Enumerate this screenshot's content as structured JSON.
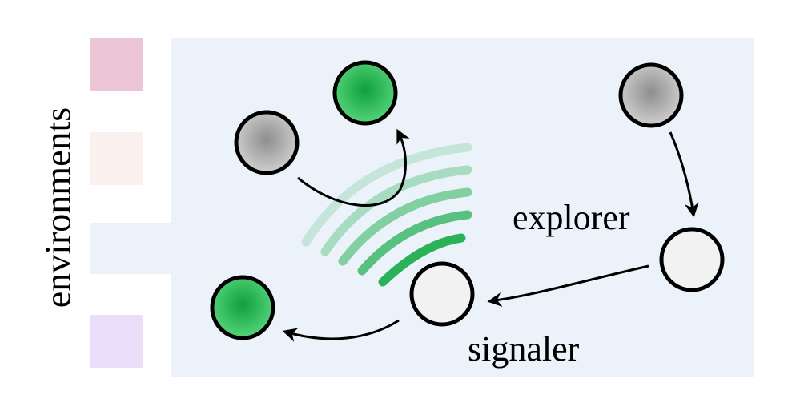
{
  "labels": {
    "side": "environments",
    "explorer": "explorer",
    "signaler": "signaler"
  },
  "colors": {
    "panel": "#ebf2f9",
    "env_1": "#ecc5d6",
    "env_2": "#faf0ee",
    "env_4": "#ebdefa",
    "agent_green": "#2cb552",
    "agent_gray": "#9a9a9a",
    "agent_white": "#f2f2f2",
    "signal_arc": "#1aad4b"
  },
  "icons": [
    "signal-wave-icon",
    "arrow-icon"
  ]
}
